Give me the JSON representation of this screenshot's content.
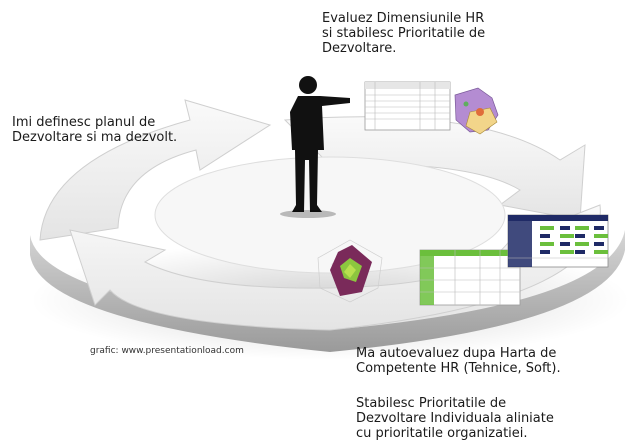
{
  "captions": {
    "top": "Evaluez Dimensiunile HR\nsi stabilesc Prioritatile de\nDezvoltare.",
    "left": "Imi definesc planul de\nDezvoltare si ma dezvolt.",
    "bottom_1": "Ma autoevaluez dupa Harta de\nCompetente HR (Tehnice, Soft).",
    "bottom_2": "Stabilesc Prioritatile de\nDezvoltare Individuala aliniate\ncu prioritatile organizatiei."
  },
  "credit": "grafic: www.presentationload.com",
  "colors": {
    "arrow_top": "#f2f2f2",
    "arrow_side": "#c9c9c9",
    "silhouette": "#111111",
    "radar_fill": "#7a2a5a",
    "radar_accent": "#8cc63f",
    "map_purple": "#b48cd2",
    "map_yellow": "#f2d58a",
    "table_green": "#6bbf3c",
    "table_navy": "#1f2a66"
  },
  "icons": [
    "presenter-silhouette",
    "competence-table",
    "region-map",
    "radar-chart",
    "competence-matrix",
    "assessment-dashboard"
  ]
}
